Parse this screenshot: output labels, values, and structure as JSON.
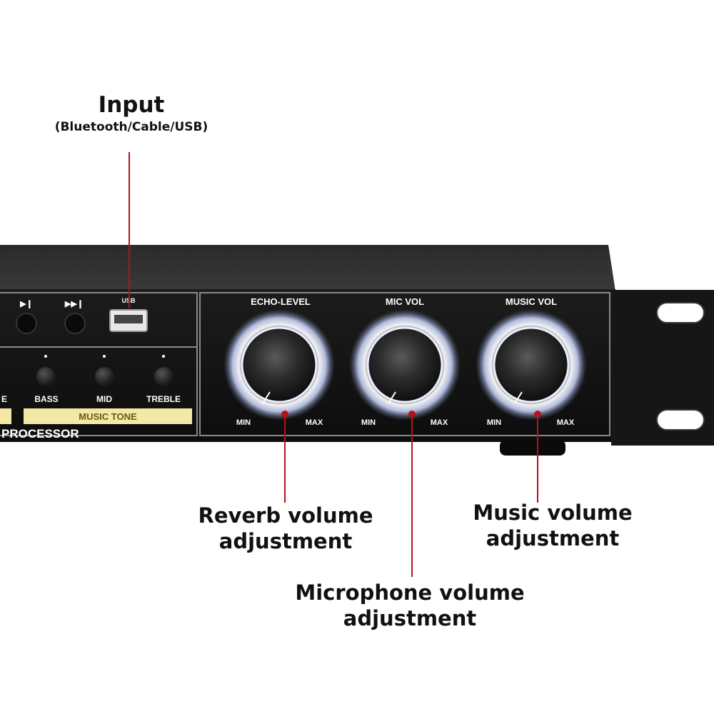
{
  "callouts": {
    "input": {
      "title": "Input",
      "subtitle": "(Bluetooth/Cable/USB)"
    },
    "reverb": {
      "line1": "Reverb volume",
      "line2": "adjustment"
    },
    "microphone": {
      "line1": "Microphone volume",
      "line2": "adjustment"
    },
    "music": {
      "line1": "Music volume",
      "line2": "adjustment"
    }
  },
  "panel": {
    "usb_label": "USB",
    "play_pause_glyph": "▶❙",
    "next_glyph": "▶▶❙",
    "tone_knobs": [
      "BASS",
      "MID",
      "TREBLE"
    ],
    "left_cut_label": "E",
    "music_tone_label": "MUSIC TONE",
    "processor_label": "PROCESSOR",
    "knobs": [
      {
        "label": "ECHO-LEVEL",
        "min": "MIN",
        "max": "MAX"
      },
      {
        "label": "MIC VOL",
        "min": "MIN",
        "max": "MAX"
      },
      {
        "label": "MUSIC VOL",
        "min": "MIN",
        "max": "MAX"
      }
    ]
  },
  "colors": {
    "pointer_line": "#b3131b",
    "chassis": "#141414",
    "panel_border": "#8a8a8a",
    "music_tone_strip": "#f3e8a5",
    "knob_glow": "#e6ecff"
  },
  "icons": {
    "play_pause": "play-pause-icon",
    "next": "next-track-icon",
    "usb": "usb-icon"
  }
}
